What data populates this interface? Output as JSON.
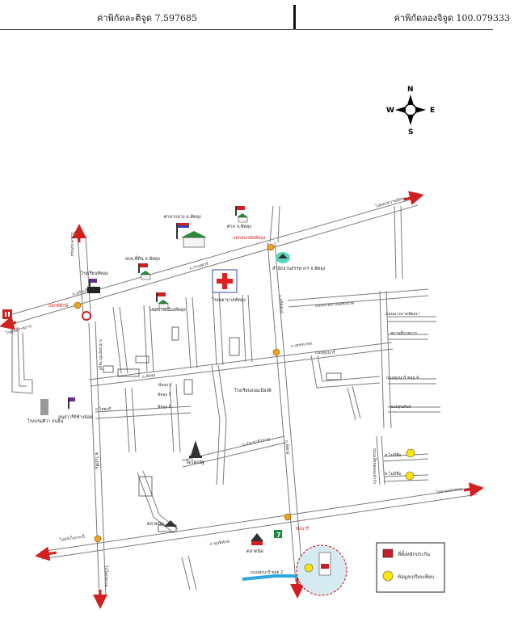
{
  "header": {
    "latitude": "ค่าพิกัดละติจูด 7.597685",
    "longitude": "ค่าพิกัดลองจิจูด 100.079333"
  },
  "compass": {
    "n": "N",
    "s": "S",
    "e": "E",
    "w": "W"
  },
  "colors": {
    "road": "#7a7a7a",
    "arrow": "#d22020",
    "hospital": "#e02020",
    "water": "#2aa8e0",
    "circle_fill": "#d6eaf2",
    "marker": "#ffe600"
  },
  "legend": {
    "item1": "ที่ตั้งหลักประกัน",
    "item2": "ข้อมูลเปรียบเทียบ"
  },
  "places": {
    "district_office": "ศาลากลาง จ.พัทลุง",
    "court": "ศาล จ.พัทลุง",
    "prison": "อบจ.ที่ดิน จ.พัทลุง",
    "school": "โรงเรียนพัทลุง",
    "bank": "เทศบาลเมืองพัทลุง",
    "hospital": "โรงพยาบาลพัทลุง",
    "revenue": "สำนักงานสรรพากร จ.พัทลุง",
    "hotel": "โรงแรมศิวา ธนอิน",
    "monument": "อนุสาวรีย์ช้างน้อย",
    "temple": "วัดโคกอิฐ",
    "market1": "ตลาดนัด",
    "market2": "ตลาดนัด",
    "school2": "โรงเรียนจอมเมืองพี",
    "intersection": "แยกอนามัยพัทลุง",
    "junction": "แยกพิทักษ์",
    "junction2": "ทุ่งนารี",
    "seven": "7"
  },
  "roads": {
    "r1": "ไปคอกควายพัทลุง",
    "r2": "ไปอ.ควนขนุน",
    "r3": "ไปศูนย์ราชการ",
    "r4": "ไปตรังไปกระบี่",
    "r5": "ไปควนเขาพนม",
    "r6": "ไปโคกทราย",
    "r7": "ถ.ราเมศวร์",
    "r8": "ถ.อภัยบริรักษ์",
    "r9": "ถ.พัทลุง",
    "r10": "ถ.ช่วยทุกข์ราษฎร์",
    "r11": "ถ.ศรีพิทักษ์",
    "r12": "ถ.เพชรเกษม",
    "r13": "ถ.พิทักษ์",
    "r14": "ถ.ขุนพิทักษ์",
    "r15": "ถ.ไชยบุรี",
    "r16": "พัทลุง 2",
    "r17": "พัทลุง 5",
    "r18": "พัทลุง 6",
    "r19": "ถ.ประชาสำราญ",
    "r20": "ซ.ไม่มีชื่อ",
    "r21": "ซ.ไม่มีชื่อ",
    "r22": "ซ.ไม่มีชื่อ",
    "r23": "ถนนลาดยางบ่อชะอวด",
    "r24": "ถนนนางนาคพัฒนา",
    "r25": "ถนนเลียบคลองลำปำ",
    "r26": "ถนนทุ่งนารี",
    "r27": "สถานที่ราชการ",
    "r28": "ซอยสุขสันต์",
    "r29": "ถนนทุ่งนารี ซอย 4",
    "r30": "ถนนทุ่งนารี ซอย 2"
  }
}
